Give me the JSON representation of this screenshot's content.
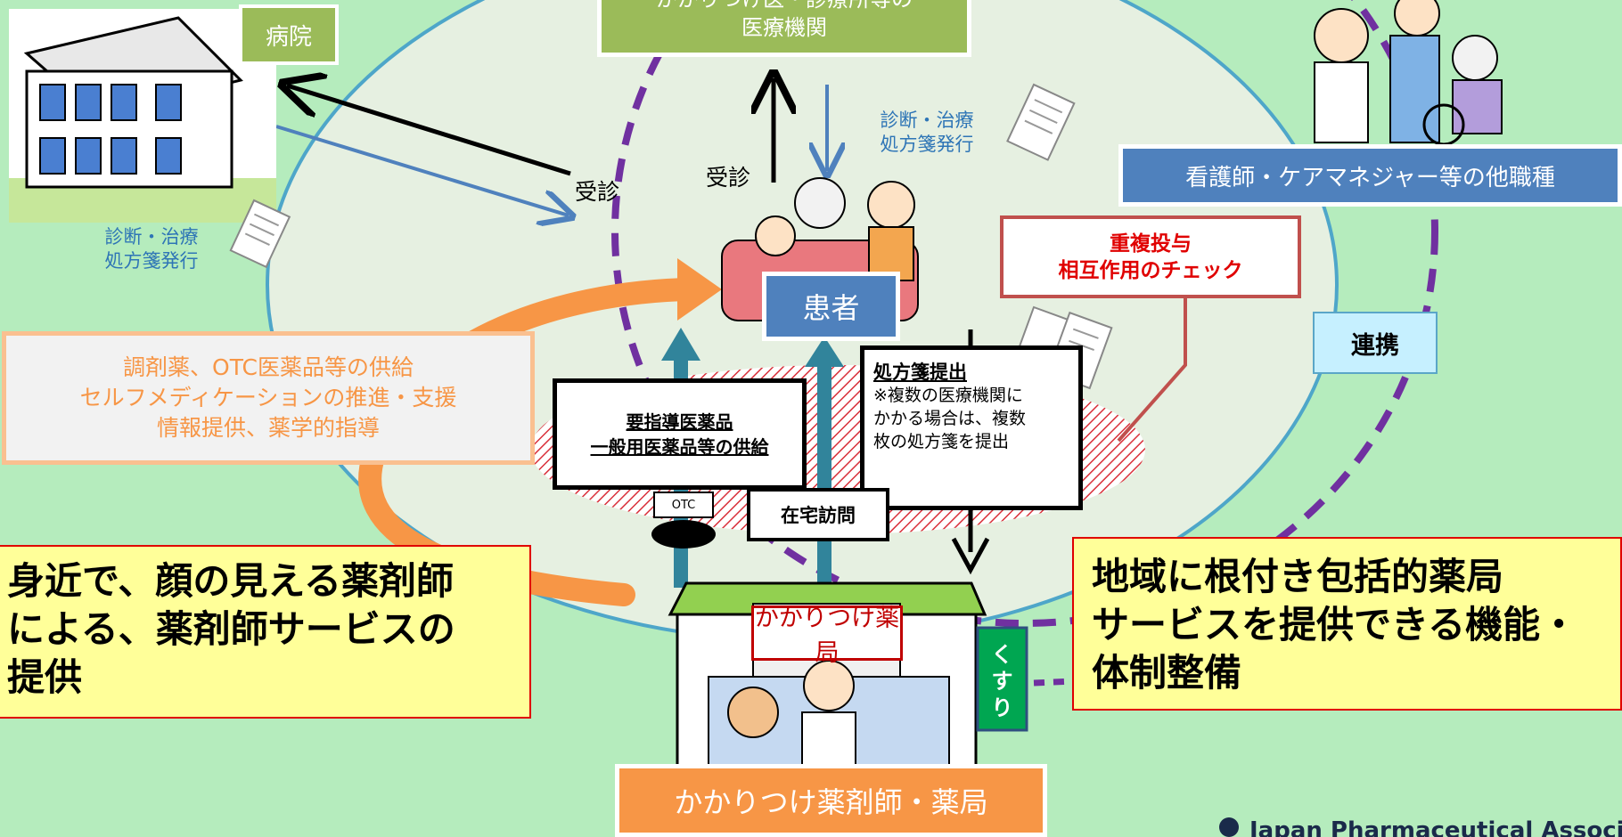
{
  "colors": {
    "background": "#b5ecbd",
    "inner_ellipse": "#e6f0e1",
    "ellipse_stroke": "#4ea6c9",
    "orange": "#f79646",
    "purple_dash": "#7030a0",
    "olive": "#9bbb59",
    "blue_box": "#4f81bd",
    "yellow_box": "#ffff99",
    "red_outline": "#c0504d",
    "teal_arrow": "#31849b"
  },
  "hospital": {
    "label": "病院",
    "icon": "hospital-building-icon"
  },
  "clinic": {
    "lines": [
      "かかりつけ医・診療所等の",
      "医療機関"
    ]
  },
  "nurse": {
    "label": "看護師・ケアマネジャー等の他職種",
    "icon": "nurse-and-caregiver-icon"
  },
  "patient": {
    "label": "患者",
    "icon": "elderly-family-on-sofa-icon"
  },
  "consult_left": "受診",
  "consult_center": "受診",
  "diagnosis_left": [
    "診断・治療",
    "処方箋発行"
  ],
  "diagnosis_center": [
    "診断・治療",
    "処方箋発行"
  ],
  "check_box": [
    "重複投与",
    "相互作用のチェック"
  ],
  "renkei": "連携",
  "supply_box": [
    "調剤薬、OTC医薬品等の供給",
    "セルフメディケーションの推進・支援",
    "情報提供、薬学的指導"
  ],
  "guidance_box": [
    "要指導医薬品",
    "一般用医薬品等の供給"
  ],
  "prescription_box": {
    "title": "処方箋提出",
    "lines": [
      "※複数の医療機関に",
      "かかる場合は、複数",
      "枚の処方箋を提出"
    ]
  },
  "home_visit": "在宅訪問",
  "otc_label": "OTC",
  "pharmacy": {
    "sign": "かかりつけ薬局",
    "side_sign": [
      "く",
      "す",
      "り"
    ],
    "label": "かかりつけ薬剤師・薬局"
  },
  "left_yellow": [
    "身近で、顔の見える薬剤師",
    "による、薬剤師サービスの",
    "提供"
  ],
  "right_yellow": [
    "地域に根付き包括的薬局",
    "サービスを提供できる機能・",
    "体制整備"
  ],
  "footer_logo": "Japan Pharmaceutical Association"
}
